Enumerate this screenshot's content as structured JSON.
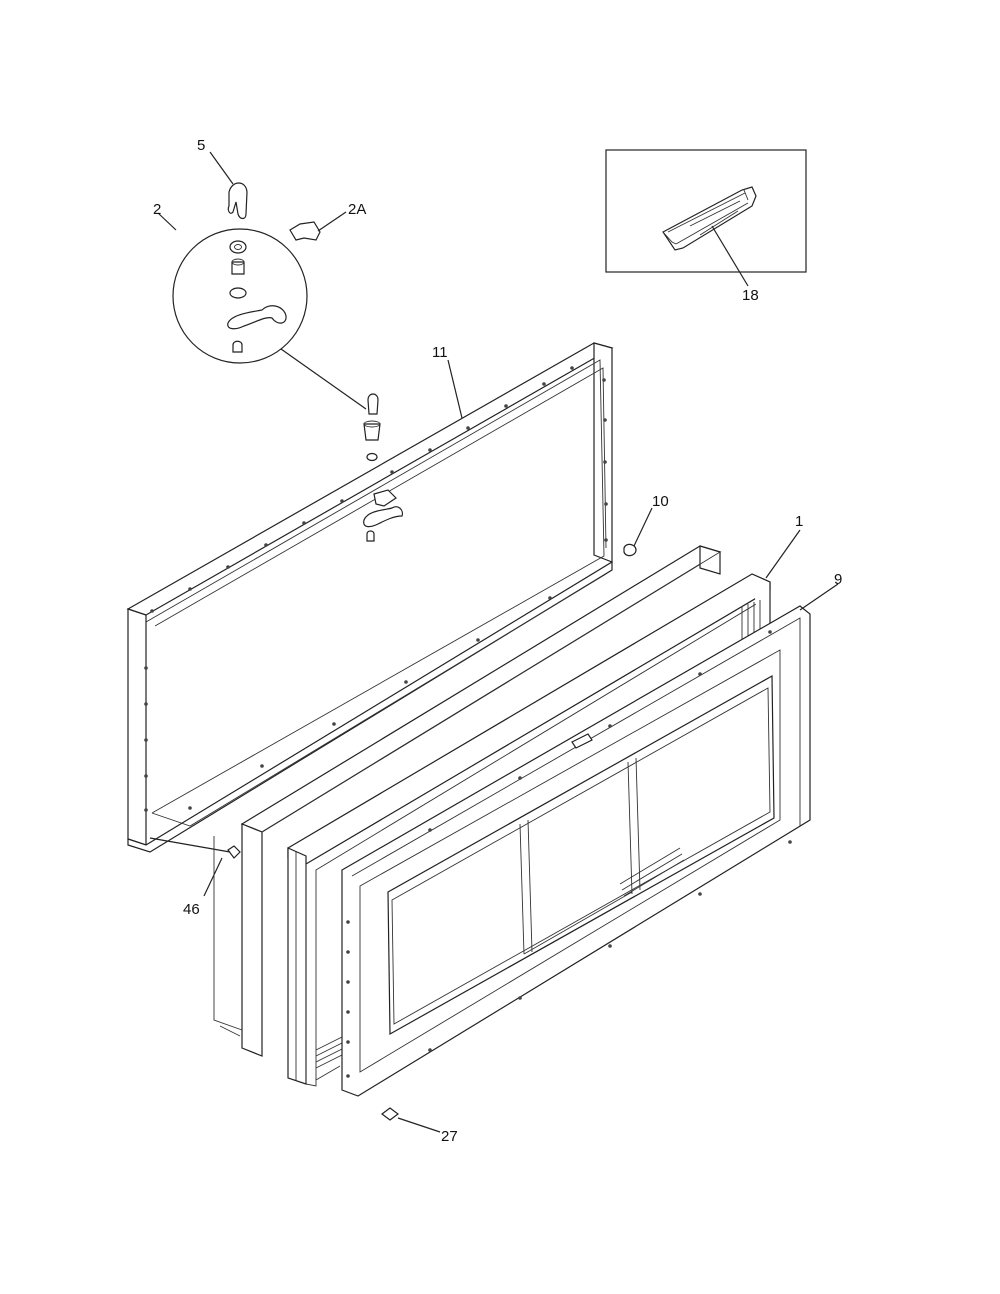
{
  "callouts": {
    "c5": "5",
    "c2": "2",
    "c2a": "2A",
    "c11": "11",
    "c10": "10",
    "c1": "1",
    "c9": "9",
    "c18": "18",
    "c46": "46",
    "c27": "27"
  },
  "colors": {
    "line": "#222222",
    "background": "#ffffff"
  }
}
